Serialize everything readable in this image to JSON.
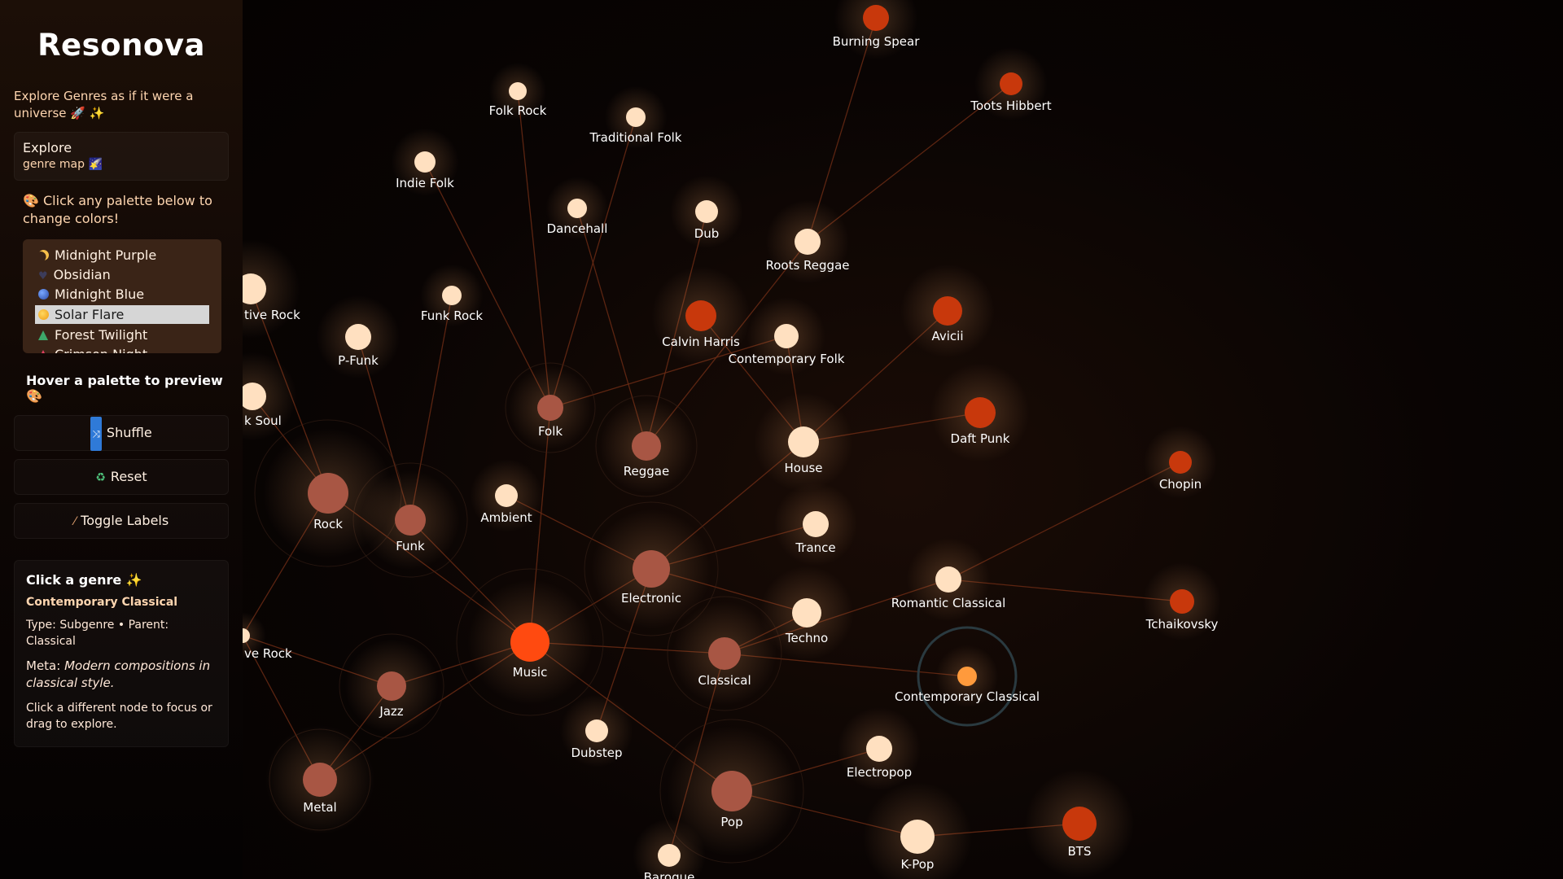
{
  "sidebar": {
    "title": "Resonova",
    "tagline": "Explore Genres as if it were a universe 🚀 ✨",
    "explore": {
      "title": "Explore",
      "subtitle": "genre map 🌠"
    },
    "palette_hint": "🎨 Click any palette below to change colors!",
    "palettes": [
      {
        "label": "Midnight Purple",
        "icon": "moon-icon",
        "selected": false
      },
      {
        "label": "Obsidian",
        "icon": "heart-icon",
        "selected": false
      },
      {
        "label": "Midnight Blue",
        "icon": "globe-icon",
        "selected": false
      },
      {
        "label": "Solar Flare",
        "icon": "sun-icon",
        "selected": true
      },
      {
        "label": "Forest Twilight",
        "icon": "tree-icon",
        "selected": false
      },
      {
        "label": "Crimson Night",
        "icon": "crimson-icon",
        "selected": false
      }
    ],
    "preview_hint": "Hover a palette to preview 🎨",
    "buttons": {
      "shuffle": "Shuffle",
      "reset": "Reset",
      "toggle_labels": "Toggle Labels"
    },
    "info": {
      "title": "Click a genre ✨",
      "name": "Contemporary Classical",
      "type": "Type: Subgenre • Parent: Classical",
      "meta_prefix": "Meta: ",
      "meta": "Modern compositions in classical style.",
      "footer": "Click a different node to focus or drag to explore."
    }
  },
  "colors": {
    "root": "#ff4a10",
    "genre": "#a85644",
    "subgenre": "#ffe0c0",
    "artist": "#c8380c",
    "selected": "#ff9a3c",
    "edge": "#6a2a14",
    "selection_ring": "#2a3a40"
  },
  "graph": {
    "nodes": [
      {
        "id": "Music",
        "kind": "root"
      },
      {
        "id": "Rock",
        "kind": "genre"
      },
      {
        "id": "Funk",
        "kind": "genre"
      },
      {
        "id": "Folk",
        "kind": "genre"
      },
      {
        "id": "Reggae",
        "kind": "genre"
      },
      {
        "id": "Electronic",
        "kind": "genre"
      },
      {
        "id": "Classical",
        "kind": "genre"
      },
      {
        "id": "Jazz",
        "kind": "genre"
      },
      {
        "id": "Metal",
        "kind": "genre"
      },
      {
        "id": "Pop",
        "kind": "genre"
      },
      {
        "id": "Folk Rock",
        "kind": "subgenre"
      },
      {
        "id": "Traditional Folk",
        "kind": "subgenre"
      },
      {
        "id": "Indie Folk",
        "kind": "subgenre"
      },
      {
        "id": "Dancehall",
        "kind": "subgenre"
      },
      {
        "id": "Dub",
        "kind": "subgenre"
      },
      {
        "id": "Roots Reggae",
        "kind": "subgenre"
      },
      {
        "id": "Funk Rock",
        "kind": "subgenre"
      },
      {
        "id": "P-Funk",
        "kind": "subgenre"
      },
      {
        "id": "Contemporary Folk",
        "kind": "subgenre"
      },
      {
        "id": "House",
        "kind": "subgenre"
      },
      {
        "id": "Ambient",
        "kind": "subgenre"
      },
      {
        "id": "Trance",
        "kind": "subgenre"
      },
      {
        "id": "Techno",
        "kind": "subgenre"
      },
      {
        "id": "Romantic Classical",
        "kind": "subgenre"
      },
      {
        "id": "Contemporary Classical",
        "kind": "selected"
      },
      {
        "id": "Dubstep",
        "kind": "subgenre"
      },
      {
        "id": "Electropop",
        "kind": "subgenre"
      },
      {
        "id": "K-Pop",
        "kind": "subgenre"
      },
      {
        "id": "Baroque",
        "kind": "subgenre"
      },
      {
        "id": "tive Rock",
        "kind": "subgenre"
      },
      {
        "id": "k Soul",
        "kind": "subgenre"
      },
      {
        "id": "ve Rock",
        "kind": "subgenre"
      },
      {
        "id": "Burning Spear",
        "kind": "artist"
      },
      {
        "id": "Toots Hibbert",
        "kind": "artist"
      },
      {
        "id": "Calvin Harris",
        "kind": "artist"
      },
      {
        "id": "Avicii",
        "kind": "artist"
      },
      {
        "id": "Daft Punk",
        "kind": "artist"
      },
      {
        "id": "Chopin",
        "kind": "artist"
      },
      {
        "id": "Tchaikovsky",
        "kind": "artist"
      },
      {
        "id": "BTS",
        "kind": "artist"
      }
    ]
  }
}
